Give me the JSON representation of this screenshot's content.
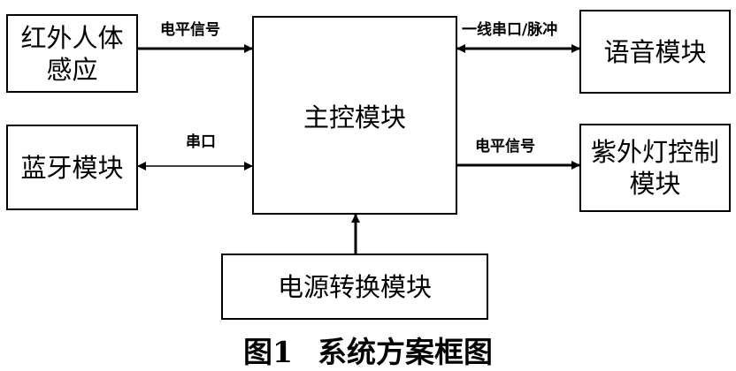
{
  "blocks": {
    "infrared": "红外人体\n感应",
    "bluetooth": "蓝牙模块",
    "main": "主控模块",
    "voice": "语音模块",
    "uv": "紫外灯控制\n模块",
    "power": "电源转换模块"
  },
  "edges": {
    "infrared_to_main": "电平信号",
    "bluetooth_main": "串口",
    "main_voice": "一线串口/脉冲",
    "main_to_uv": "电平信号"
  },
  "caption": {
    "number": "图1",
    "text": "系统方案框图"
  }
}
